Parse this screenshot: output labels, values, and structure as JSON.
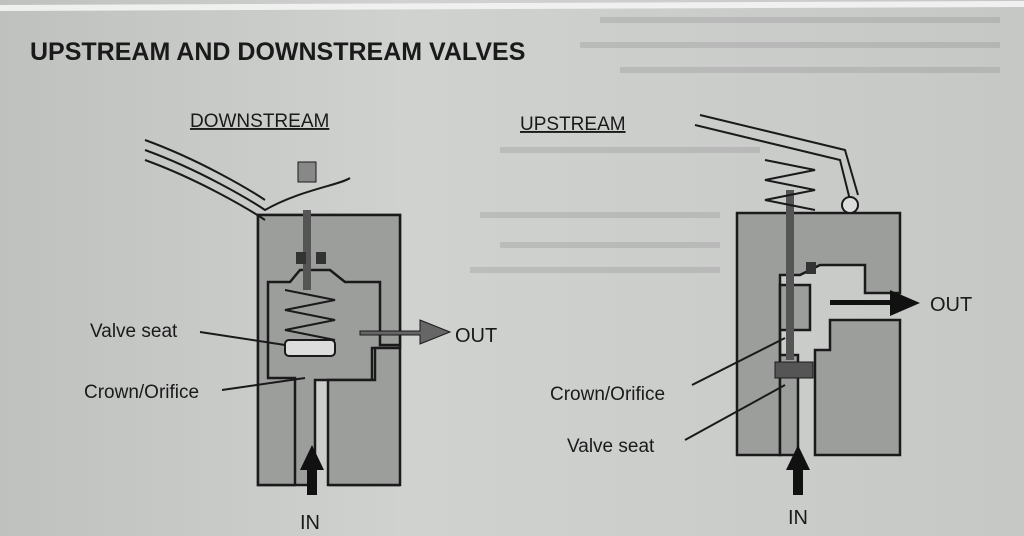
{
  "title": "UPSTREAM AND DOWNSTREAM VALVES",
  "downstream": {
    "heading": "DOWNSTREAM",
    "labels": {
      "valve_seat": "Valve seat",
      "crown_orifice": "Crown/Orifice",
      "out": "OUT",
      "in": "IN"
    }
  },
  "upstream": {
    "heading": "UPSTREAM",
    "labels": {
      "out": "OUT",
      "crown_orifice": "Crown/Orifice",
      "valve_seat": "Valve seat",
      "in": "IN"
    }
  }
}
